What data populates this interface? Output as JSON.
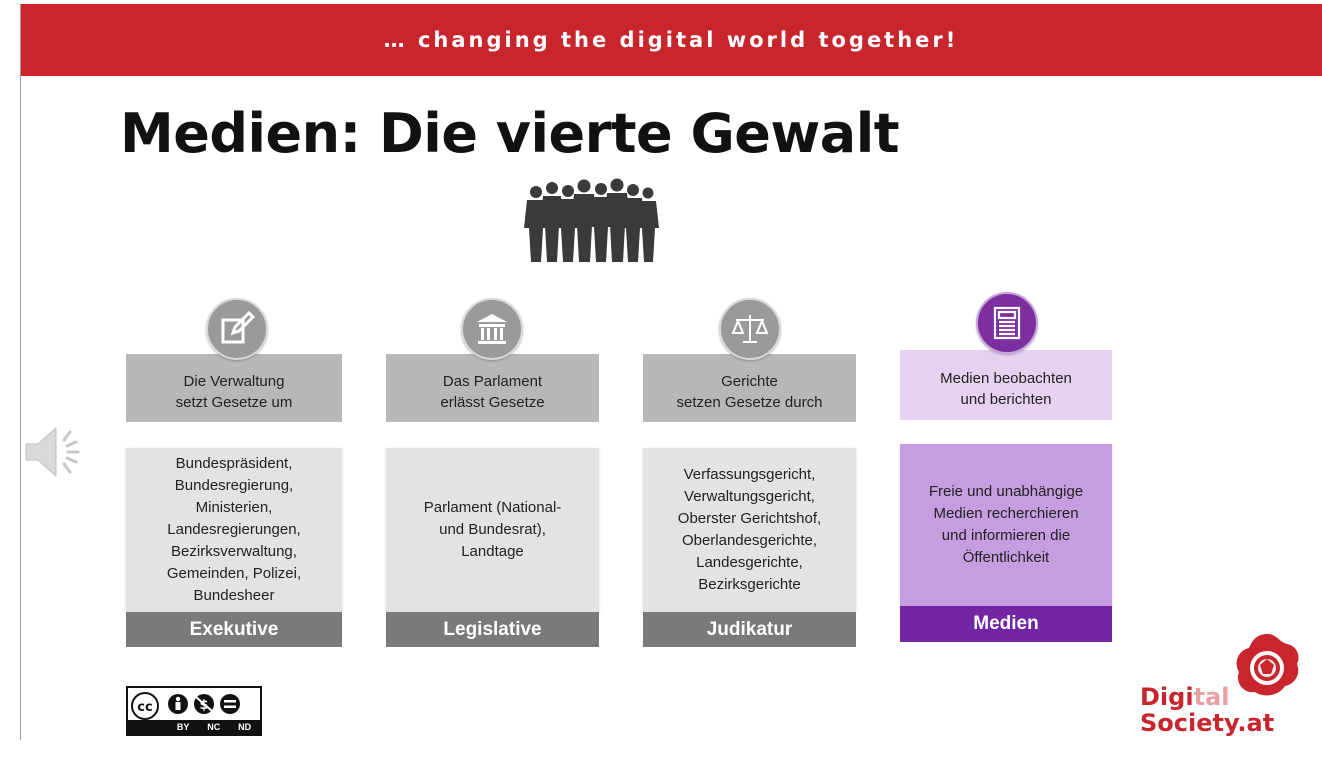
{
  "banner": {
    "text": "… changing the digital world together!"
  },
  "title": "Medien: Die vierte Gewalt",
  "columns": [
    {
      "icon": "edit-icon",
      "role": [
        "Die Verwaltung",
        "setzt Gesetze um"
      ],
      "details": [
        "Bundespräsident,",
        "Bundesregierung,",
        "Ministerien,",
        "Landesregierungen,",
        "Bezirksverwaltung,",
        "Gemeinden, Polizei,",
        "Bundesheer"
      ],
      "label": "Exekutive"
    },
    {
      "icon": "parliament-icon",
      "role": [
        "Das Parlament",
        "erlässt Gesetze"
      ],
      "details": [
        "Parlament (National-",
        "und Bundesrat),",
        "Landtage"
      ],
      "label": "Legislative"
    },
    {
      "icon": "scales-icon",
      "role": [
        "Gerichte",
        "setzen Gesetze durch"
      ],
      "details": [
        "Verfassungsgericht,",
        "Verwaltungsgericht,",
        "Oberster Gerichtshof,",
        "Oberlandesgerichte,",
        "Landesgerichte,",
        "Bezirksgerichte"
      ],
      "label": "Judikatur"
    },
    {
      "icon": "newspaper-icon",
      "role": [
        "Medien beobachten",
        "und berichten"
      ],
      "details": [
        "Freie und unabhängige",
        "Medien recherchieren",
        "und informieren die",
        "Öffentlichkeit"
      ],
      "label": "Medien"
    }
  ],
  "license": {
    "terms": [
      "BY",
      "NC",
      "ND"
    ]
  },
  "logo": {
    "part1": "Digi",
    "part2": "tal",
    "part3": "Society.at"
  },
  "colors": {
    "banner": "#c8252d",
    "media_purple": "#7226a3",
    "gray_bar": "#7a7a7a"
  }
}
